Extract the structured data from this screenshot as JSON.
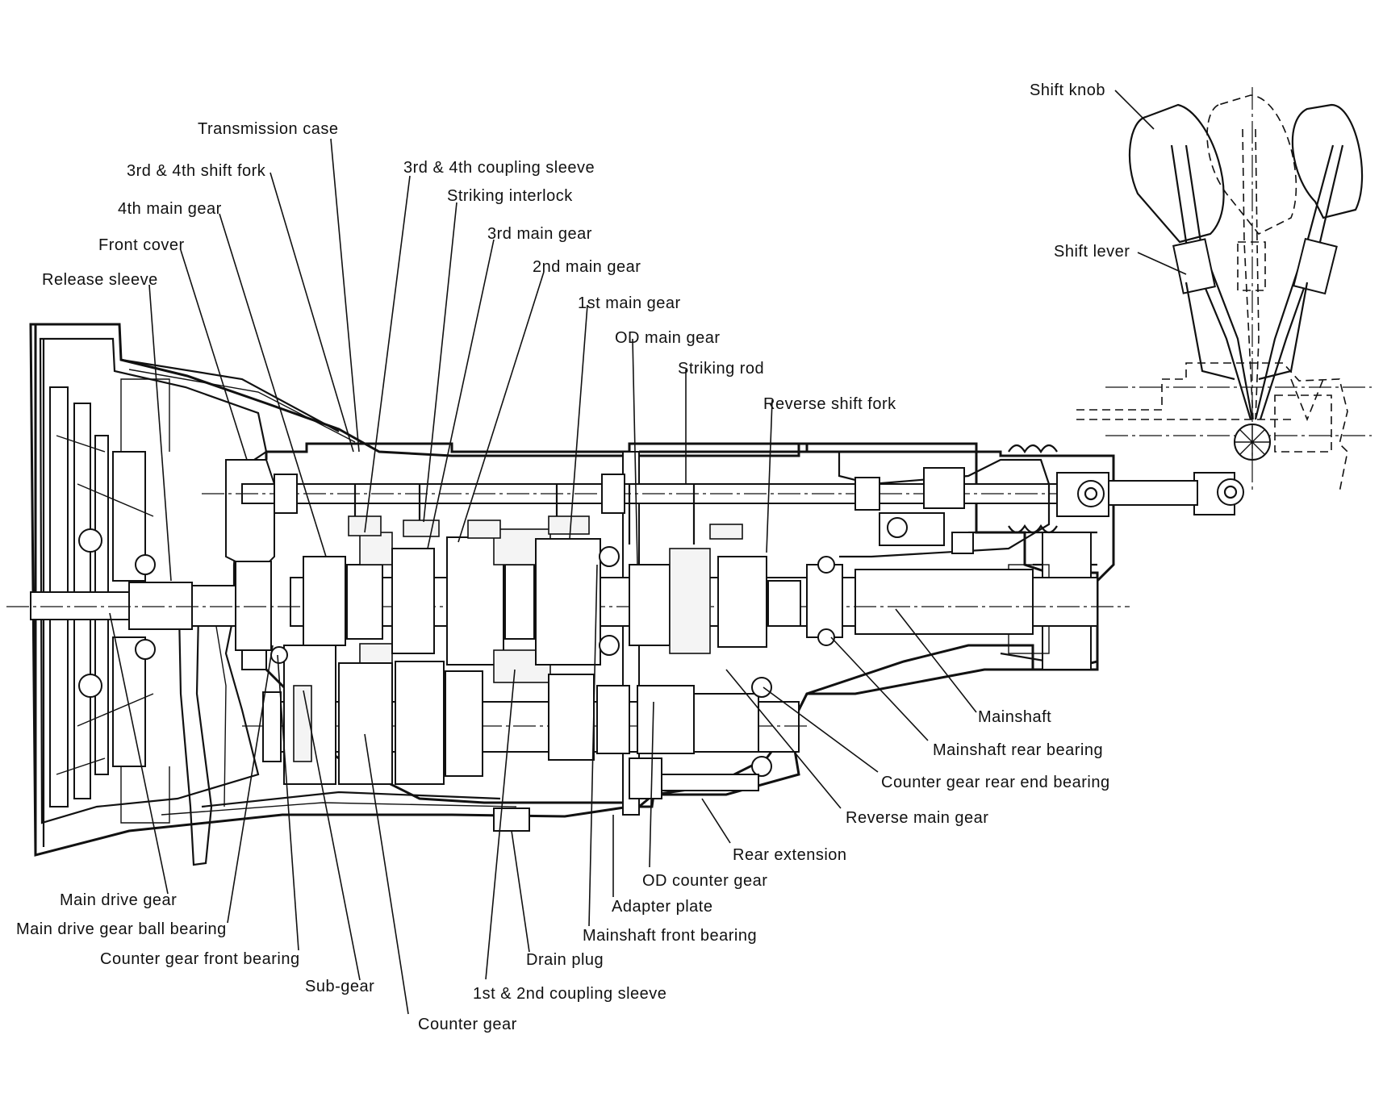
{
  "diagram": {
    "labels": {
      "shift_knob": "Shift knob",
      "shift_lever": "Shift lever",
      "transmission_case": "Transmission case",
      "shift_fork_3_4": "3rd & 4th shift fork",
      "coupling_sleeve_3_4": "3rd & 4th coupling sleeve",
      "striking_interlock": "Striking interlock",
      "main_gear_4th": "4th main gear",
      "main_gear_3rd": "3rd main gear",
      "front_cover": "Front cover",
      "main_gear_2nd": "2nd main gear",
      "release_sleeve": "Release sleeve",
      "main_gear_1st": "1st main gear",
      "od_main_gear": "OD main gear",
      "striking_rod": "Striking rod",
      "reverse_shift_fork": "Reverse shift fork",
      "mainshaft": "Mainshaft",
      "mainshaft_rear_bearing": "Mainshaft rear bearing",
      "counter_gear_rear_end_bearing": "Counter gear rear end bearing",
      "reverse_main_gear": "Reverse main gear",
      "rear_extension": "Rear extension",
      "od_counter_gear": "OD counter gear",
      "main_drive_gear": "Main drive gear",
      "adapter_plate": "Adapter plate",
      "main_drive_gear_ball_bearing": "Main drive gear ball bearing",
      "mainshaft_front_bearing": "Mainshaft front bearing",
      "counter_gear_front_bearing": "Counter gear front bearing",
      "drain_plug": "Drain plug",
      "sub_gear": "Sub-gear",
      "coupling_sleeve_1_2": "1st & 2nd coupling sleeve",
      "counter_gear": "Counter gear"
    }
  }
}
